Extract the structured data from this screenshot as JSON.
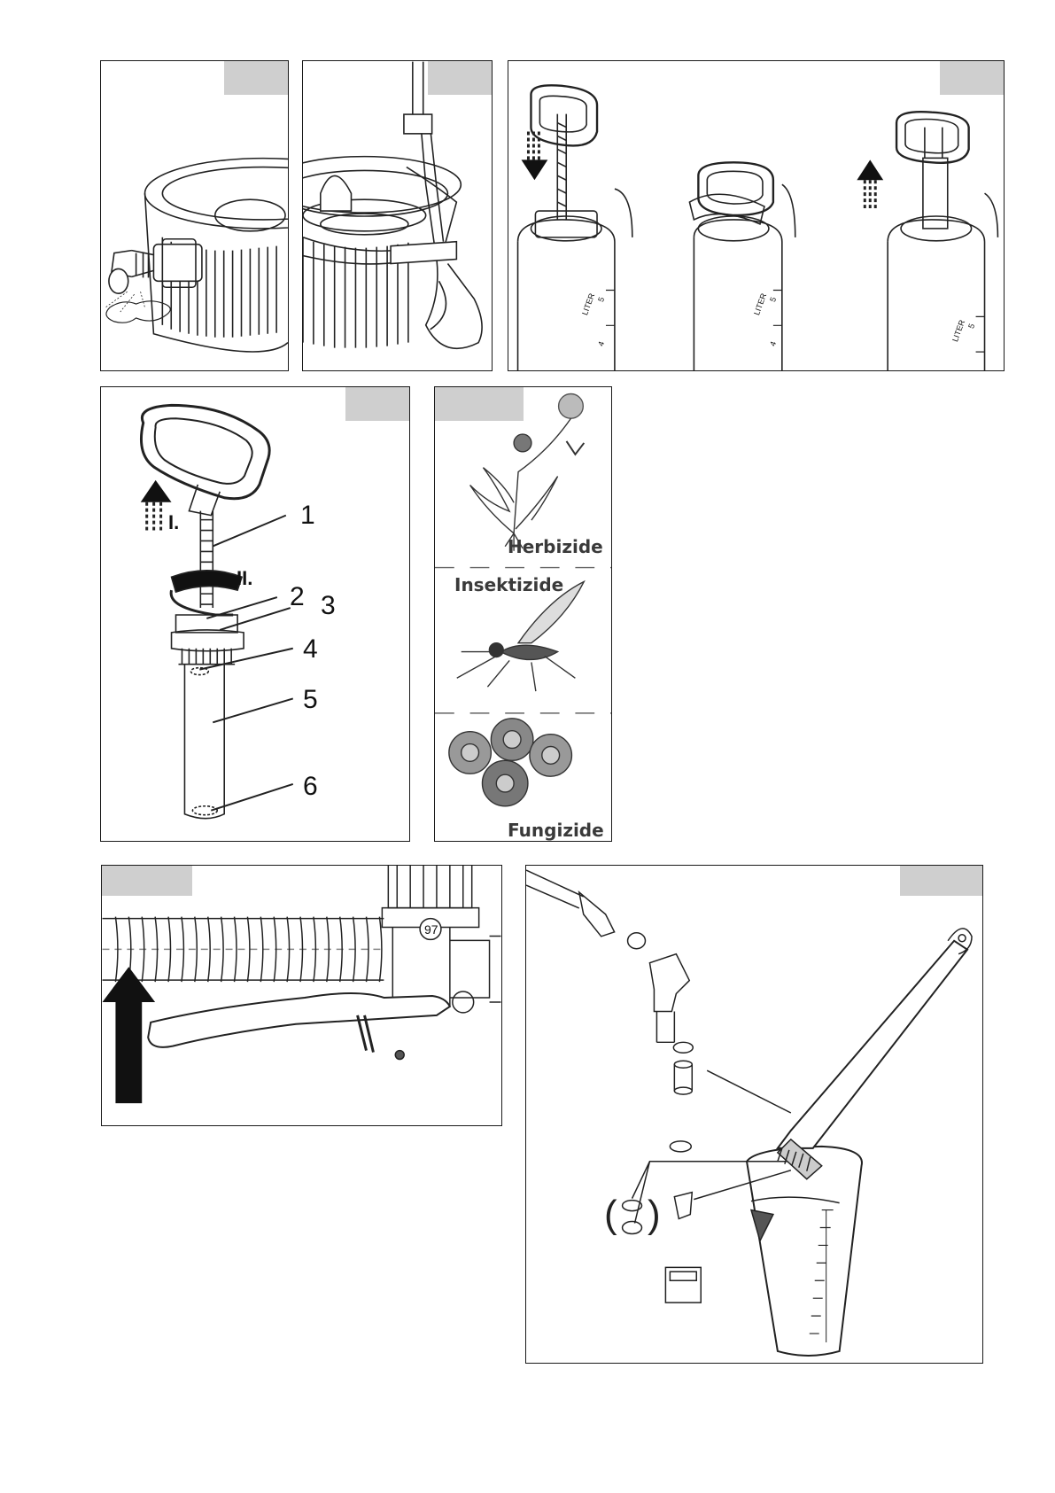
{
  "fig4": {
    "labels": [
      "1",
      "2",
      "3",
      "4",
      "5",
      "6"
    ],
    "steps": [
      "I.",
      "II."
    ]
  },
  "fig5": {
    "categories": [
      "Herbizide",
      "Insektizide",
      "Fungizide"
    ]
  },
  "fig6": {
    "badge": "97"
  },
  "fig3": {
    "scale": [
      "LITER",
      "5",
      "4"
    ]
  },
  "fig7": {
    "paren_open": "(",
    "paren_close": ")"
  },
  "icons": [
    "nozzle-icon",
    "strap-icon",
    "pump-handle-icon",
    "arrow-up-icon",
    "arrow-down-icon",
    "dandelion-icon",
    "fly-icon",
    "fungus-icon",
    "hose-icon",
    "brush-icon",
    "measuring-cup-icon"
  ]
}
